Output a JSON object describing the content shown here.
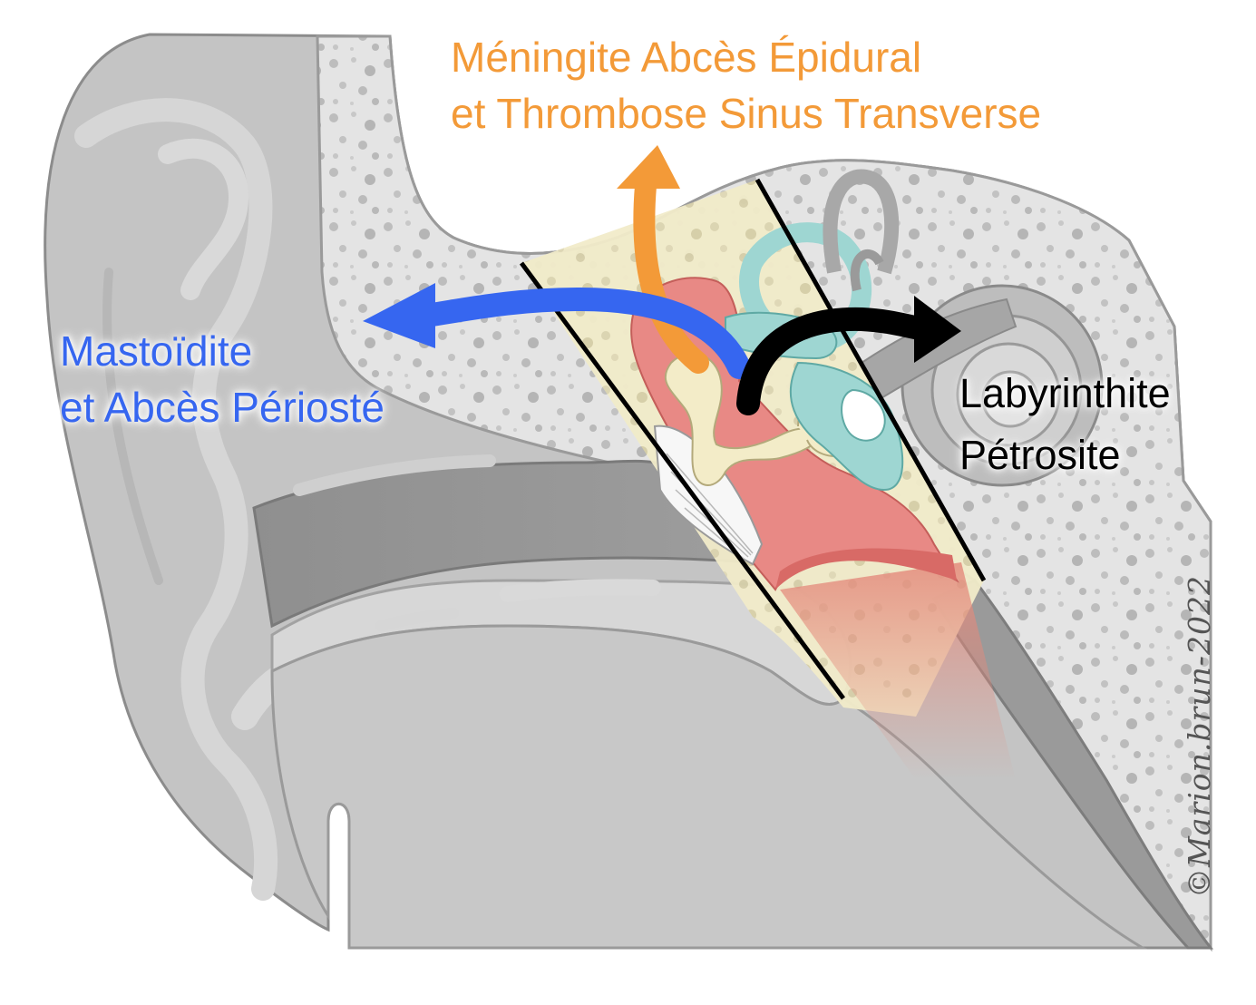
{
  "colors": {
    "orange_arrow": "#f39a38",
    "blue_arrow": "#3666f0",
    "black_arrow": "#000000",
    "skin": "#a9a9a9",
    "bone": "#e2e2e2",
    "middle_ear": "#e68686",
    "inner_ear": "#9ed6d2",
    "ossicles": "#f3ecc8"
  },
  "labels": {
    "meningitis": {
      "line1": "Méningite Abcès Épidural",
      "line2": "et Thrombose Sinus Transverse",
      "color": "#f39a38"
    },
    "mastoiditis": {
      "line1": "Mastoïdite",
      "line2": "et Abcès Périosté",
      "color": "#3666f0"
    },
    "labyrinthitis": {
      "line1": "Labyrinthite",
      "line2": "Pétrosite",
      "color": "#000000"
    }
  },
  "credit": "©Marion.brun-2022",
  "icons": {
    "orange_arrow": "curved-arrow-up",
    "blue_arrow": "curved-arrow-left",
    "black_arrow": "curved-arrow-right"
  }
}
